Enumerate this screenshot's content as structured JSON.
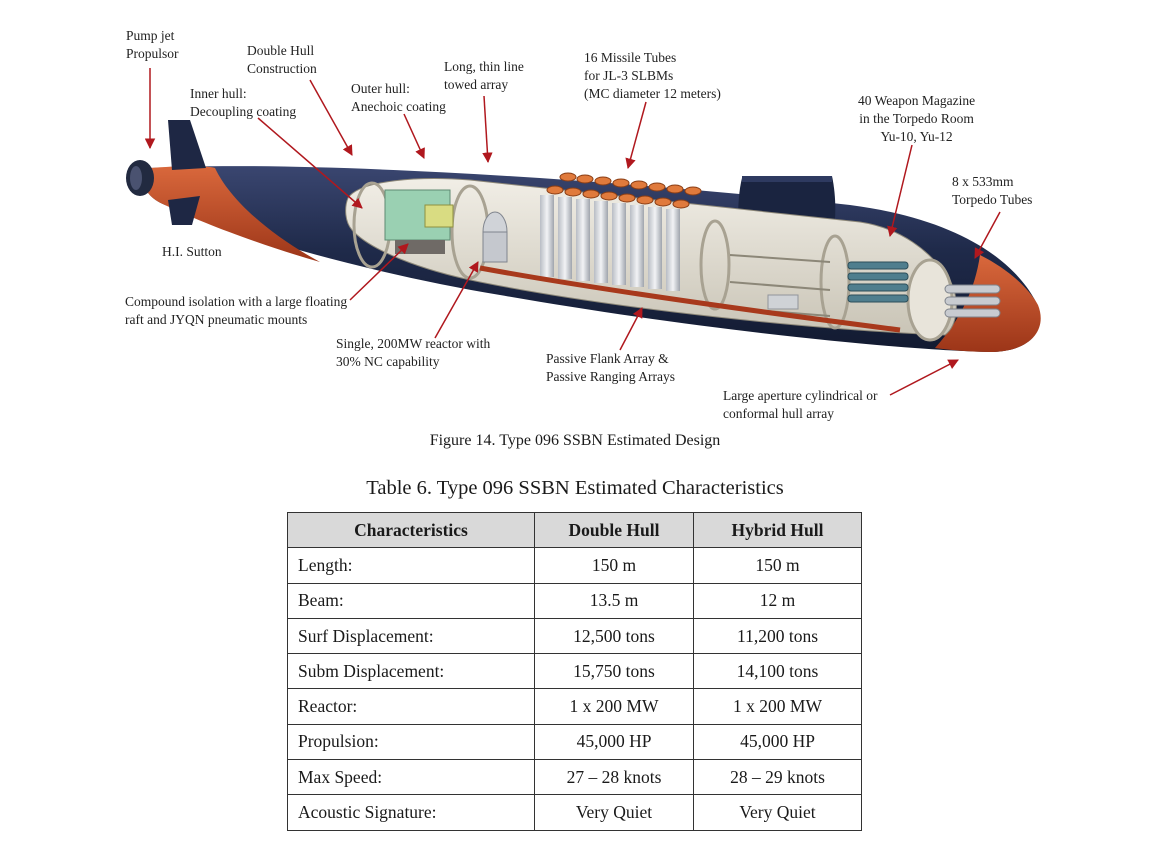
{
  "figure": {
    "labels": {
      "pump_jet": [
        "Pump jet",
        "Propulsor"
      ],
      "double_hull": [
        "Double Hull",
        "Construction"
      ],
      "inner_hull": [
        "Inner hull:",
        "Decoupling coating"
      ],
      "outer_hull": [
        "Outer hull:",
        "Anechoic coating"
      ],
      "towed_array": [
        "Long, thin line",
        "towed array"
      ],
      "missile_tubes": [
        "16 Missile Tubes",
        "for JL-3 SLBMs",
        "(MC diameter 12 meters)"
      ],
      "weapon_magazine": [
        "40 Weapon Magazine",
        "in the Torpedo Room",
        "Yu-10, Yu-12"
      ],
      "torpedo_tubes": [
        "8 x 533mm",
        "Torpedo Tubes"
      ],
      "artist": [
        "H.I. Sutton"
      ],
      "isolation": [
        "Compound isolation with a large floating",
        "raft and JYQN pneumatic mounts"
      ],
      "reactor": [
        "Single, 200MW reactor with",
        "30% NC capability"
      ],
      "flank_array": [
        "Passive Flank Array &",
        "Passive Ranging Arrays"
      ],
      "hull_array": [
        "Large aperture cylindrical or",
        "conformal hull array"
      ]
    },
    "caption": "Figure 14. Type 096 SSBN Estimated Design"
  },
  "table": {
    "title": "Table 6. Type 096 SSBN Estimated Characteristics",
    "headers": [
      "Characteristics",
      "Double Hull",
      "Hybrid Hull"
    ],
    "rows": [
      [
        "Length:",
        "150 m",
        "150 m"
      ],
      [
        "Beam:",
        "13.5 m",
        "12 m"
      ],
      [
        "Surf Displacement:",
        "12,500 tons",
        "11,200 tons"
      ],
      [
        "Subm Displacement:",
        "15,750 tons",
        "14,100 tons"
      ],
      [
        "Reactor:",
        "1 x 200 MW",
        "1 x 200 MW"
      ],
      [
        "Propulsion:",
        "45,000 HP",
        "45,000 HP"
      ],
      [
        "Max Speed:",
        "27 – 28 knots",
        "28 – 29 knots"
      ],
      [
        "Acoustic Signature:",
        "Very Quiet",
        "Very Quiet"
      ]
    ]
  },
  "colors": {
    "hull_dark": "#1f2a4a",
    "hull_red": "#c4502a",
    "arrow": "#b0181e",
    "header_bg": "#d9d9d9"
  }
}
